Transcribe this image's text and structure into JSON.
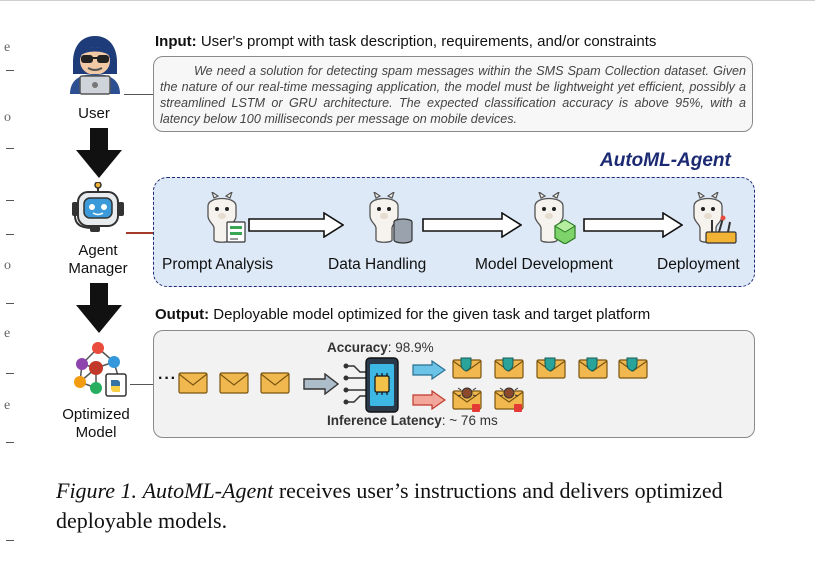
{
  "actors": {
    "user": "User",
    "agent_manager_line1": "Agent",
    "agent_manager_line2": "Manager",
    "model_line1": "Optimized",
    "model_line2": "Model"
  },
  "input": {
    "heading": "Input:",
    "heading_rest": " User's prompt with task description, requirements, and/or constraints",
    "prompt": "We need a solution for detecting spam messages within the SMS Spam Collection dataset. Given the nature of our real-time messaging application, the model must be lightweight yet efficient, possibly a streamlined LSTM or GRU architecture. The expected classification accuracy is above 95%, with a latency below 100 milliseconds per message on mobile devices."
  },
  "agent": {
    "title": "AutoML-Agent",
    "stages": [
      "Prompt Analysis",
      "Data Handling",
      "Model Development",
      "Deployment"
    ]
  },
  "output": {
    "heading": "Output:",
    "heading_rest": " Deployable model optimized for the given task and target platform",
    "accuracy_label": "Accuracy",
    "accuracy_value": ": 98.9%",
    "latency_label": "Inference Latency",
    "latency_value": ": ~ 76 ms",
    "ellipsis": "···"
  },
  "caption": {
    "figure": "Figure 1.",
    "name": "AutoML-Agent",
    "text": " receives user’s instructions and delivers optimized deployable models."
  },
  "colors": {
    "agent_border": "#1b2a73",
    "agent_fill": "#dde9f6",
    "envelope": "#f0b84e",
    "ham_check": "#2aa39a",
    "spam_arrow": "#e0695a",
    "ham_arrow": "#6cc3e8"
  }
}
